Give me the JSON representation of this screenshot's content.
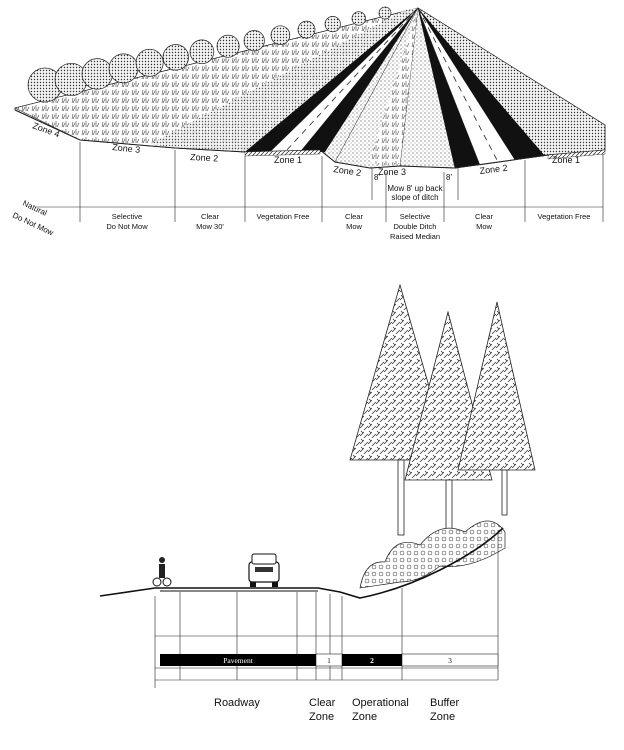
{
  "top_diagram": {
    "zones": [
      {
        "label": "Zone 4"
      },
      {
        "label": "Zone 3"
      },
      {
        "label": "Zone 2"
      },
      {
        "label": "Zone 1"
      },
      {
        "label": "Zone 2"
      },
      {
        "label": "Zone 3"
      },
      {
        "label": "Zone 2"
      },
      {
        "label": "Zone 1"
      }
    ],
    "dimension_left": "8'",
    "dimension_right": "8'",
    "median_note_line1": "Mow 8' up back",
    "median_note_line2": "slope of ditch",
    "natural_line1": "Natural",
    "natural_line2": "Do Not Mow",
    "columns": [
      {
        "line1": "Selective",
        "line2": "Do Not Mow"
      },
      {
        "line1": "Clear",
        "line2": "Mow 30'"
      },
      {
        "line1": "Vegetation Free",
        "line2": ""
      },
      {
        "line1": "Clear",
        "line2": "Mow"
      },
      {
        "line1": "Selective",
        "line2": "Double Ditch",
        "line3": "Raised Median"
      },
      {
        "line1": "Clear",
        "line2": "Mow"
      },
      {
        "line1": "Vegetation Free",
        "line2": ""
      }
    ]
  },
  "bottom_diagram": {
    "bar_pavement": "Pavement",
    "bar_1": "1",
    "bar_2": "2",
    "bar_3": "3"
  },
  "captions": {
    "roadway": "Roadway",
    "clear_line1": "Clear",
    "clear_line2": "Zone",
    "operational_line1": "Operational",
    "operational_line2": "Zone",
    "buffer_line1": "Buffer",
    "buffer_line2": "Zone"
  }
}
